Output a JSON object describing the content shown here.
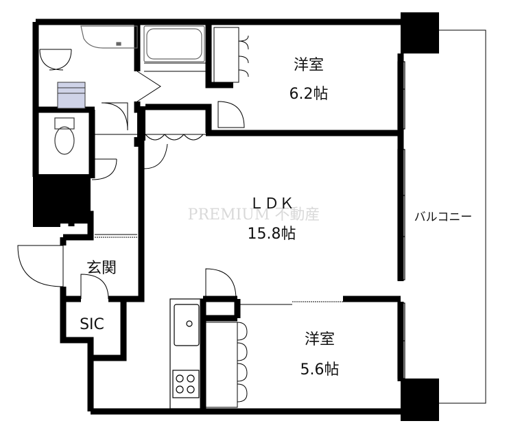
{
  "rooms": {
    "western_room_1": {
      "name": "洋室",
      "size": "6.2帖"
    },
    "ldk": {
      "name": "ＬＤＫ",
      "size": "15.8帖"
    },
    "western_room_2": {
      "name": "洋室",
      "size": "5.6帖"
    },
    "entrance": {
      "name": "玄関"
    },
    "sic": {
      "name": "SIC"
    },
    "balcony": {
      "name": "バルコニー"
    }
  },
  "watermark": "PREMIUM 不動産",
  "colors": {
    "wall": "#000000",
    "fixture": "#666666",
    "background": "#ffffff",
    "watermark": "#d9d9d9",
    "appliance_fill": "#cfd3e8"
  }
}
